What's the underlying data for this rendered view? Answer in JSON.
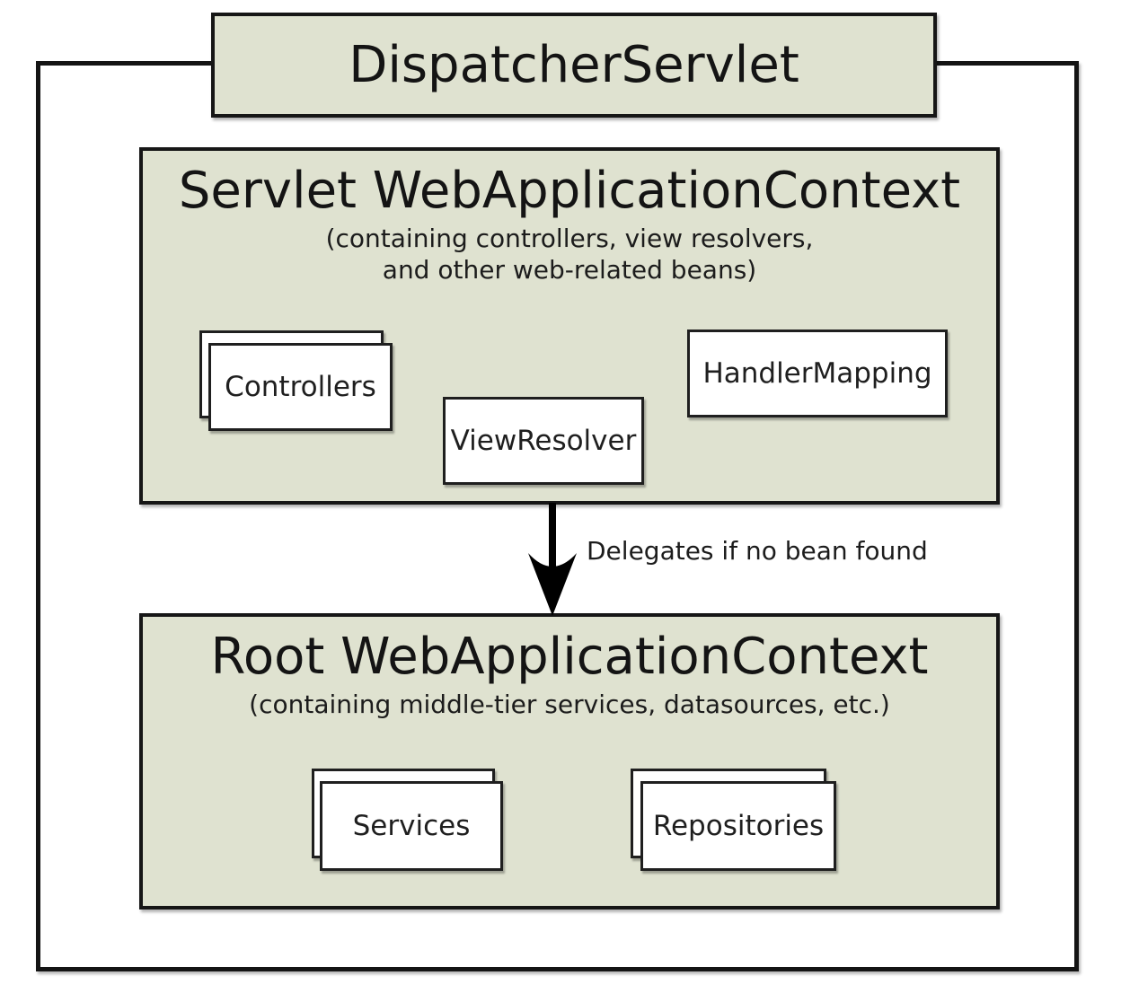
{
  "diagram": {
    "dispatcher": {
      "label": "DispatcherServlet"
    },
    "servlet_context": {
      "title": "Servlet WebApplicationContext",
      "subtitle_line1": "(containing controllers, view resolvers,",
      "subtitle_line2": "and other web-related beans)",
      "beans": [
        {
          "id": "controllers",
          "label": "Controllers",
          "stacked": true
        },
        {
          "id": "view-resolver",
          "label": "ViewResolver",
          "stacked": false
        },
        {
          "id": "handler-mapping",
          "label": "HandlerMapping",
          "stacked": false
        }
      ]
    },
    "arrow": {
      "label": "Delegates if no bean found"
    },
    "root_context": {
      "title": "Root WebApplicationContext",
      "subtitle": "(containing middle-tier services, datasources, etc.)",
      "beans": [
        {
          "id": "services",
          "label": "Services",
          "stacked": true
        },
        {
          "id": "repositories",
          "label": "Repositories",
          "stacked": true
        }
      ]
    },
    "colors": {
      "box_fill": "#dfe2d0",
      "border": "#161616",
      "background": "#ffffff"
    }
  }
}
